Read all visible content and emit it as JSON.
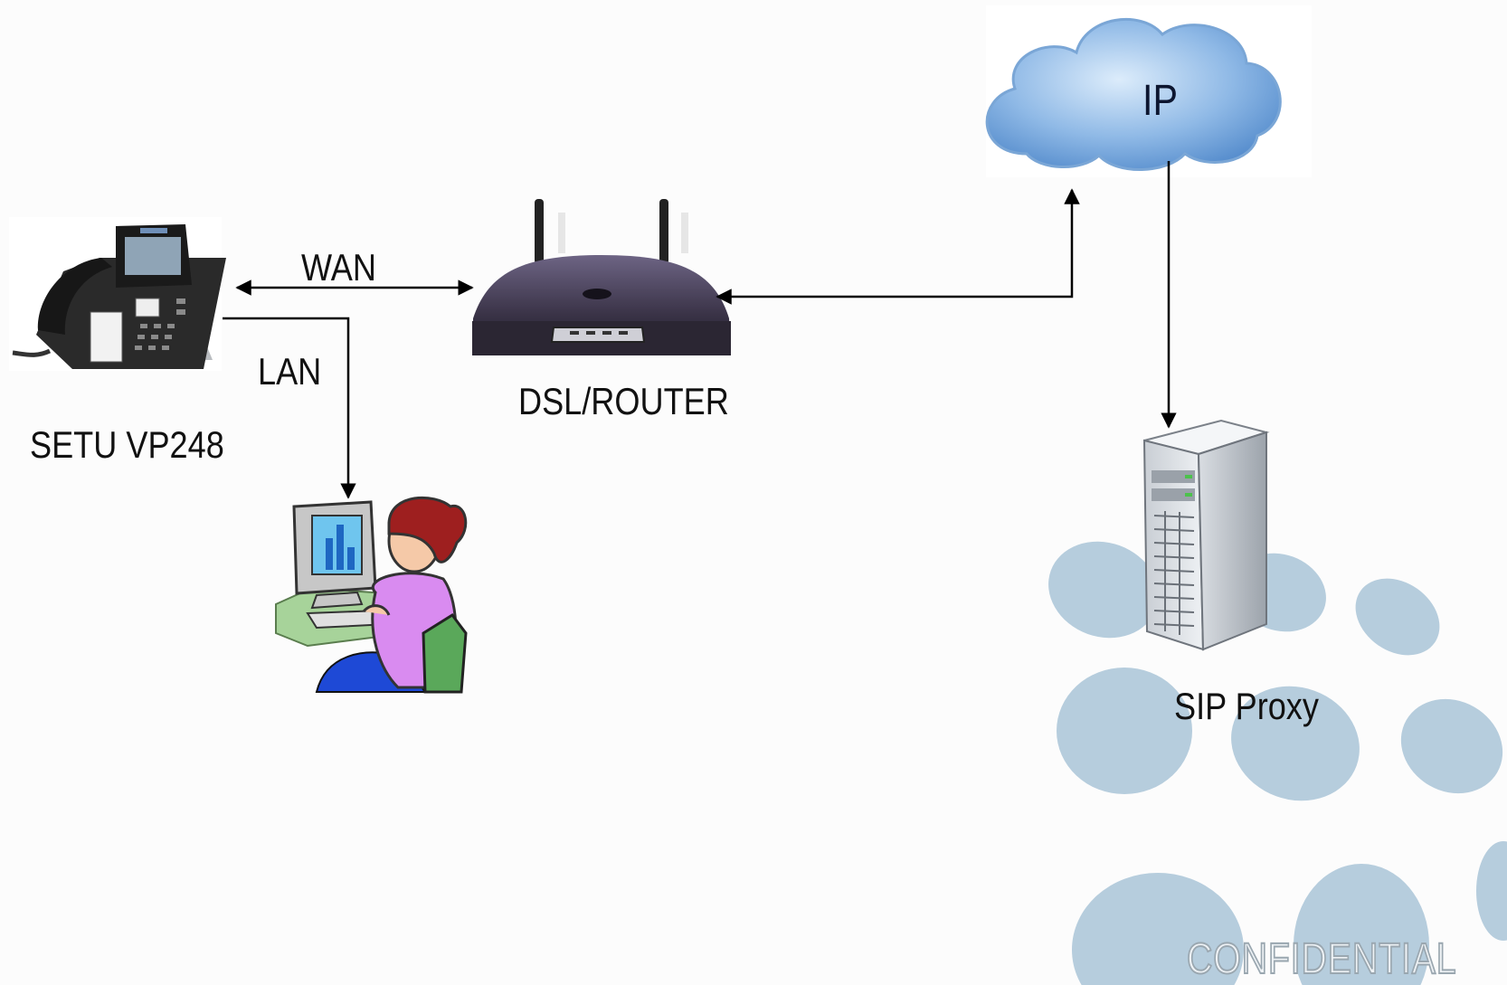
{
  "nodes": {
    "phone": {
      "label": "SETU VP248"
    },
    "router": {
      "label": "DSL/ROUTER"
    },
    "cloud": {
      "label": "IP"
    },
    "server": {
      "label": "SIP Proxy"
    },
    "workstation": {
      "label": ""
    }
  },
  "links": {
    "wan": {
      "label": "WAN"
    },
    "lan": {
      "label": "LAN"
    }
  },
  "watermark": {
    "text": "CONFIDENTIAL"
  },
  "colors": {
    "background": "#fcfcfc",
    "arrow": "#000000",
    "decor_circles": "#a9c4d7",
    "cloud": "#8fb9e6",
    "router_body": "#3a3347"
  }
}
